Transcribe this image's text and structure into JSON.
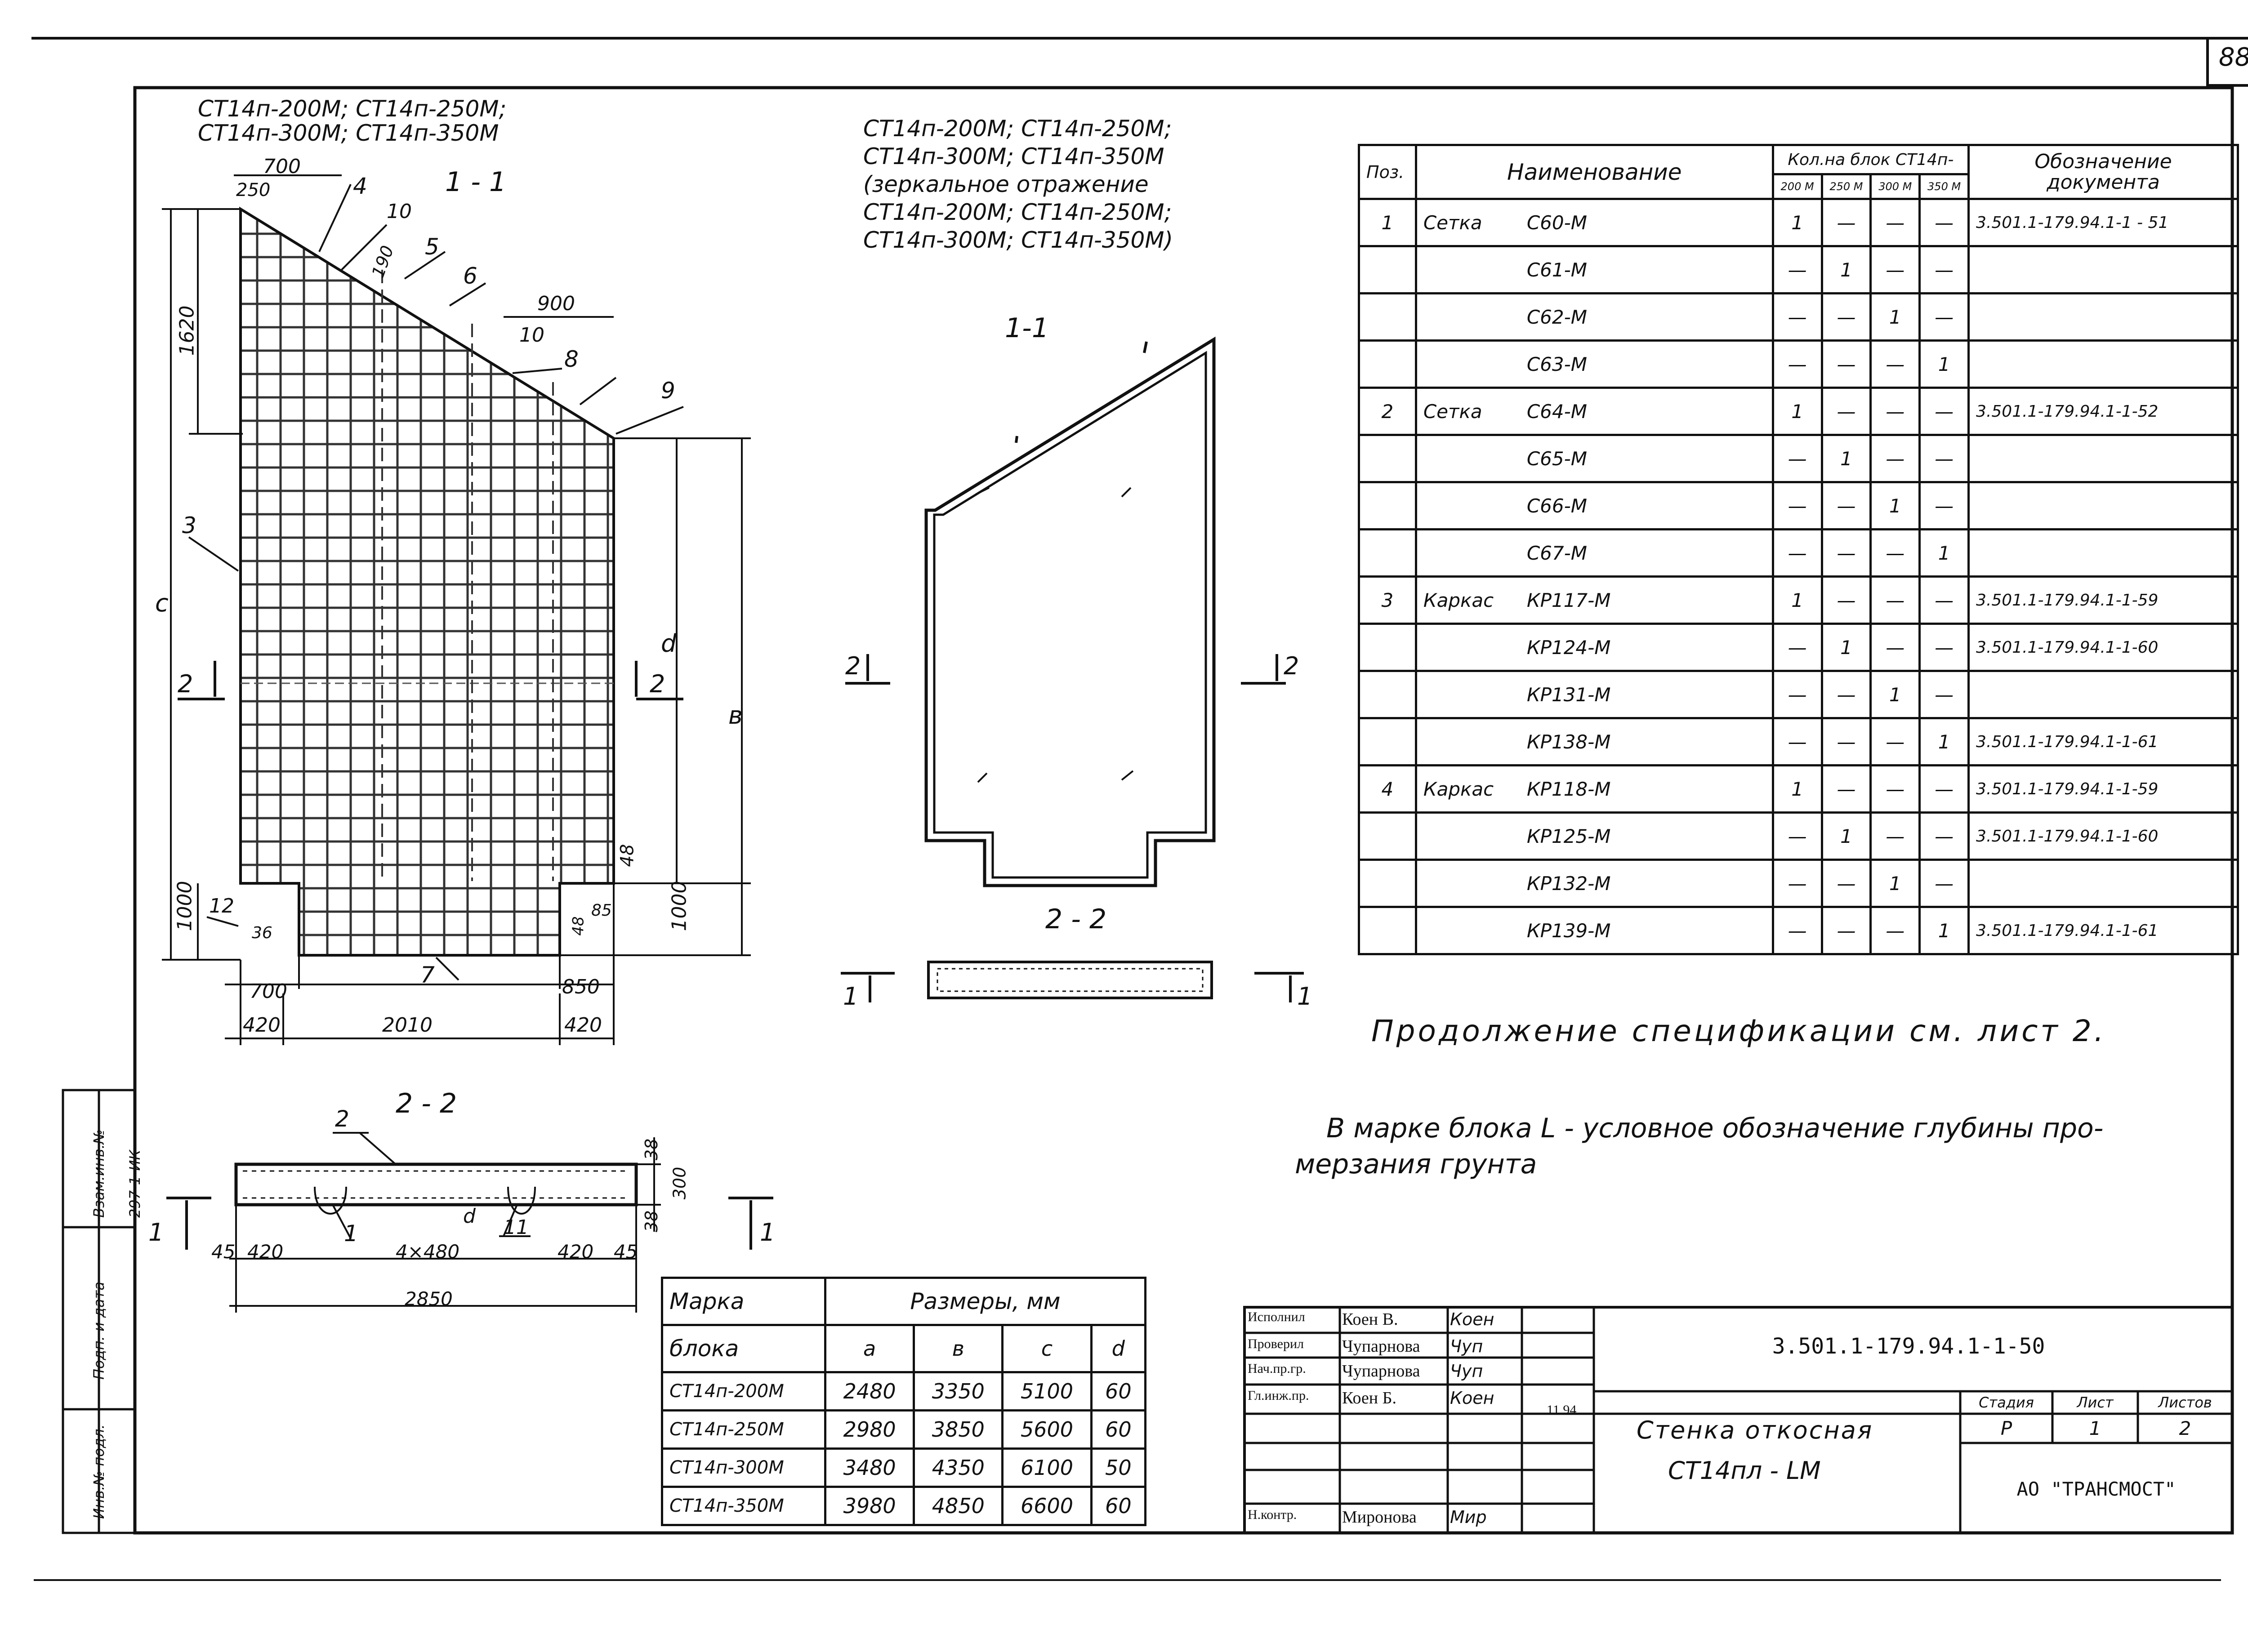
{
  "sheet_number": "88",
  "mark_list_top_left": [
    "СТ14п-200М; СТ14п-250М;",
    "СТ14п-300М; СТ14п-350М"
  ],
  "mark_list_middle": [
    "СТ14п-200М; СТ14п-250М;",
    "СТ14п-300М; СТ14п-350М",
    "(зеркальное отражение",
    "СТ14п-200М; СТ14п-250М;",
    "СТ14п-300М; СТ14п-350М)"
  ],
  "section_labels": {
    "main_top": "1 - 1",
    "middle_top": "1-1",
    "middle_bottom": "2 - 2",
    "bottom_left": "2 - 2"
  },
  "cut_marks": {
    "c2_left": "2",
    "c2_right": "2",
    "m2_left": "2",
    "m2_right": "2",
    "m1_left": "1",
    "m1_right": "1",
    "b1_left": "1",
    "b1_right": "1"
  },
  "elevation_dims": {
    "d700": "700",
    "d250": "250",
    "d1620": "1620",
    "d190": "190",
    "d900": "900",
    "c": "c",
    "d_letter": "d",
    "b_letter": "в",
    "d1000_left": "1000",
    "d1000_right": "1000",
    "d48": "48",
    "d36": "36",
    "d48b": "48",
    "d85": "85",
    "d700_bottom": "700",
    "d850": "850",
    "d420_left": "420",
    "d2010": "2010",
    "d420_right": "420"
  },
  "leader_numbers": {
    "n1": "1",
    "n2": "2",
    "n3": "3",
    "n4": "4",
    "n5": "5",
    "n6": "6",
    "n7": "7",
    "n8": "8",
    "n9": "9",
    "n10a": "10",
    "n10b": "10",
    "n11": "11",
    "n12": "12"
  },
  "section_dims": {
    "d38a": "38",
    "d300": "300",
    "d38b": "38",
    "d45a": "45",
    "d420a": "420",
    "d4x480": "4×480",
    "d420b": "420",
    "d45b": "45",
    "d2850": "2850",
    "d_letter": "d"
  },
  "spec_table": {
    "headers": {
      "pos": "Поз.",
      "name": "Наименование",
      "qty": "Кол.на блок СТ14п-",
      "doc": "Обозначение документа"
    },
    "sub_headers": [
      "200 М",
      "250 М",
      "300 М",
      "350 М"
    ],
    "rows": [
      {
        "pos": "1",
        "kind": "Сетка",
        "mark": "С60-М",
        "q": [
          "1",
          "—",
          "—",
          "—"
        ],
        "doc": "3.501.1-179.94.1-1 - 51"
      },
      {
        "pos": "",
        "kind": "",
        "mark": "С61-М",
        "q": [
          "—",
          "1",
          "—",
          "—"
        ],
        "doc": ""
      },
      {
        "pos": "",
        "kind": "",
        "mark": "С62-М",
        "q": [
          "—",
          "—",
          "1",
          "—"
        ],
        "doc": ""
      },
      {
        "pos": "",
        "kind": "",
        "mark": "С63-М",
        "q": [
          "—",
          "—",
          "—",
          "1"
        ],
        "doc": ""
      },
      {
        "pos": "2",
        "kind": "Сетка",
        "mark": "С64-М",
        "q": [
          "1",
          "—",
          "—",
          "—"
        ],
        "doc": "3.501.1-179.94.1-1-52"
      },
      {
        "pos": "",
        "kind": "",
        "mark": "С65-М",
        "q": [
          "—",
          "1",
          "—",
          "—"
        ],
        "doc": ""
      },
      {
        "pos": "",
        "kind": "",
        "mark": "С66-М",
        "q": [
          "—",
          "—",
          "1",
          "—"
        ],
        "doc": ""
      },
      {
        "pos": "",
        "kind": "",
        "mark": "С67-М",
        "q": [
          "—",
          "—",
          "—",
          "1"
        ],
        "doc": ""
      },
      {
        "pos": "3",
        "kind": "Каркас",
        "mark": "КР117-М",
        "q": [
          "1",
          "—",
          "—",
          "—"
        ],
        "doc": "3.501.1-179.94.1-1-59"
      },
      {
        "pos": "",
        "kind": "",
        "mark": "КР124-М",
        "q": [
          "—",
          "1",
          "—",
          "—"
        ],
        "doc": "3.501.1-179.94.1-1-60"
      },
      {
        "pos": "",
        "kind": "",
        "mark": "КР131-М",
        "q": [
          "—",
          "—",
          "1",
          "—"
        ],
        "doc": ""
      },
      {
        "pos": "",
        "kind": "",
        "mark": "КР138-М",
        "q": [
          "—",
          "—",
          "—",
          "1"
        ],
        "doc": "3.501.1-179.94.1-1-61"
      },
      {
        "pos": "4",
        "kind": "Каркас",
        "mark": "КР118-М",
        "q": [
          "1",
          "—",
          "—",
          "—"
        ],
        "doc": "3.501.1-179.94.1-1-59"
      },
      {
        "pos": "",
        "kind": "",
        "mark": "КР125-М",
        "q": [
          "—",
          "1",
          "—",
          "—"
        ],
        "doc": "3.501.1-179.94.1-1-60"
      },
      {
        "pos": "",
        "kind": "",
        "mark": "КР132-М",
        "q": [
          "—",
          "—",
          "1",
          "—"
        ],
        "doc": ""
      },
      {
        "pos": "",
        "kind": "",
        "mark": "КР139-М",
        "q": [
          "—",
          "—",
          "—",
          "1"
        ],
        "doc": "3.501.1-179.94.1-1-61"
      }
    ]
  },
  "continuation_note": "Продолжение спецификации см. лист 2.",
  "note_lines": [
    "В марке блока  L - условное обозначение глубины про-",
    "мерзания грунта"
  ],
  "sizes_table": {
    "headers": {
      "mark": "Марка",
      "mark2": "блока",
      "sizes": "Размеры,  мм",
      "a": "а",
      "b": "в",
      "c": "с",
      "d": "d"
    },
    "rows": [
      {
        "mark": "СТ14п-200М",
        "a": "2480",
        "b": "3350",
        "c": "5100",
        "d": "60"
      },
      {
        "mark": "СТ14п-250М",
        "a": "2980",
        "b": "3850",
        "c": "5600",
        "d": "60"
      },
      {
        "mark": "СТ14п-300М",
        "a": "3480",
        "b": "4350",
        "c": "6100",
        "d": "50"
      },
      {
        "mark": "СТ14п-350М",
        "a": "3980",
        "b": "4850",
        "c": "6600",
        "d": "60"
      }
    ]
  },
  "title_block": {
    "roles": [
      "Исполнил",
      "Проверил",
      "Нач.пр.гр.",
      "Гл.инж.пр.",
      "",
      "",
      "Н.контр."
    ],
    "names": [
      "Коен В.",
      "Чупарнова",
      "Чупарнова",
      "Коен Б.",
      "",
      "",
      "Миронова"
    ],
    "signatures": [
      "Коен",
      "Чуп",
      "Чуп",
      "Коен",
      "",
      "",
      "Мир"
    ],
    "date": "11.94",
    "doc_code": "3.501.1-179.94.1-1-50",
    "title_line1": "Стенка откосная",
    "title_line2": "СТ14пл - LМ",
    "stage_label": "Стадия",
    "sheet_label": "Лист",
    "sheets_label": "Листов",
    "stage": "Р",
    "sheet": "1",
    "sheets": "2",
    "company": "АО \"ТРАНСМОСТ\""
  },
  "side_stamp": [
    "Инв.№ подл.",
    "Подп. и дата",
    "Взам.инв.№"
  ],
  "side_stamp_value": "297-1-ИК"
}
